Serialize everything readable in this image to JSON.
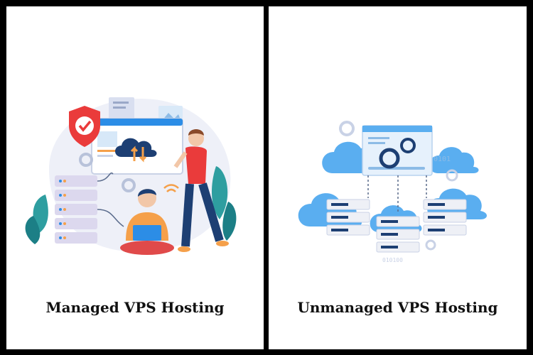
{
  "panels": [
    {
      "caption": "Managed VPS Hosting"
    },
    {
      "caption": "Unmanaged VPS Hosting"
    }
  ],
  "colors": {
    "blue": "#2c8de6",
    "cloud": "#5aaef0",
    "red": "#ea3b3b",
    "orange": "#f5a04a",
    "navy": "#1d3f73",
    "server": "#dcd8ee"
  },
  "illustrations": {
    "left": {
      "screen_text": ""
    },
    "right": {
      "binary_text": "0101",
      "server_text": "010100"
    }
  }
}
